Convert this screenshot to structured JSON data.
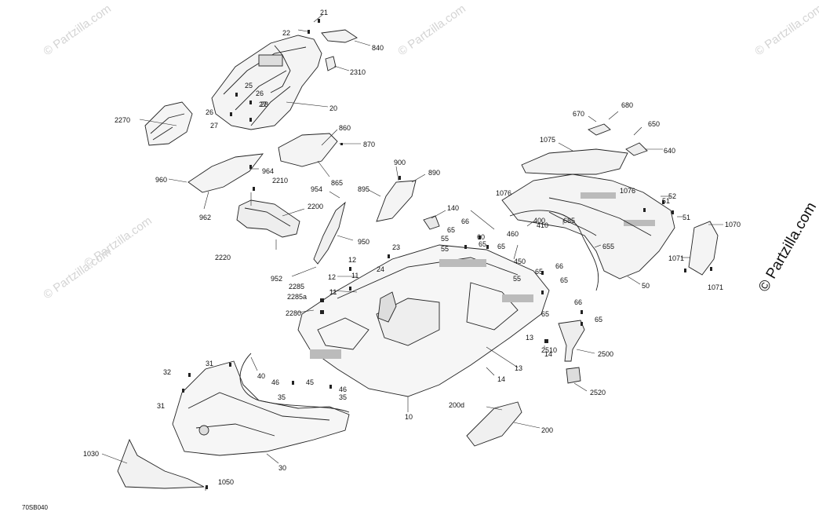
{
  "diagram_code": "70SB040",
  "watermark": "© Partzilla.com",
  "labels": [
    "21",
    "22",
    "840",
    "2310",
    "25",
    "26",
    "26",
    "27",
    "27",
    "28",
    "20",
    "2270",
    "860",
    "870",
    "865",
    "964",
    "960",
    "962",
    "2210",
    "2200",
    "2220",
    "900",
    "890",
    "895",
    "954",
    "950",
    "952",
    "140",
    "680",
    "670",
    "650",
    "640",
    "1075",
    "1076",
    "1076",
    "52",
    "51",
    "51",
    "1070",
    "1071",
    "1071",
    "50",
    "655",
    "685",
    "400",
    "410",
    "460",
    "450",
    "60",
    "66",
    "65",
    "65",
    "55",
    "55",
    "23",
    "24",
    "12",
    "11",
    "12",
    "11",
    "2285",
    "2285a",
    "2280",
    "65",
    "65",
    "55",
    "66",
    "65",
    "65",
    "66",
    "65",
    "13",
    "14",
    "13",
    "14",
    "2510",
    "2500",
    "2520",
    "10",
    "200d",
    "200",
    "31",
    "32",
    "31",
    "40",
    "46",
    "45",
    "46",
    "35",
    "35",
    "30",
    "1030",
    "1050"
  ]
}
